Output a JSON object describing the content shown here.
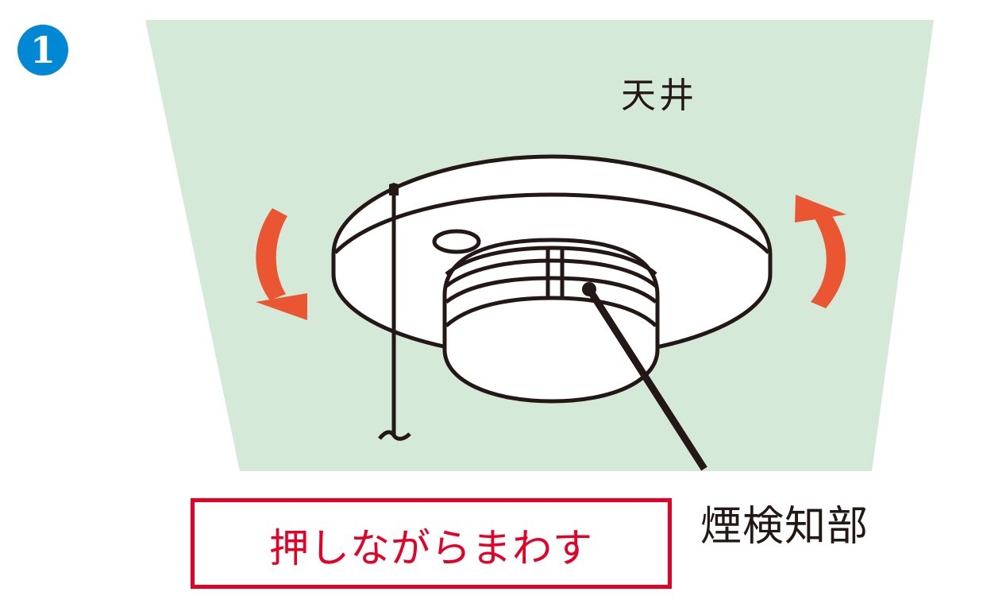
{
  "step": {
    "number": "1",
    "color": "#0088d4"
  },
  "labels": {
    "ceiling": "天井",
    "detector_part": "煙検知部"
  },
  "instruction": {
    "text": "押しながらまわす",
    "color": "#e60025"
  },
  "colors": {
    "ceiling_fill": "#d4e9d8",
    "line": "#231815",
    "arrow": "#ea5532",
    "device_fill": "#ffffff"
  },
  "icons": {
    "rotate_left": "counterclockwise-arrow-icon",
    "rotate_right": "clockwise-arrow-icon"
  }
}
